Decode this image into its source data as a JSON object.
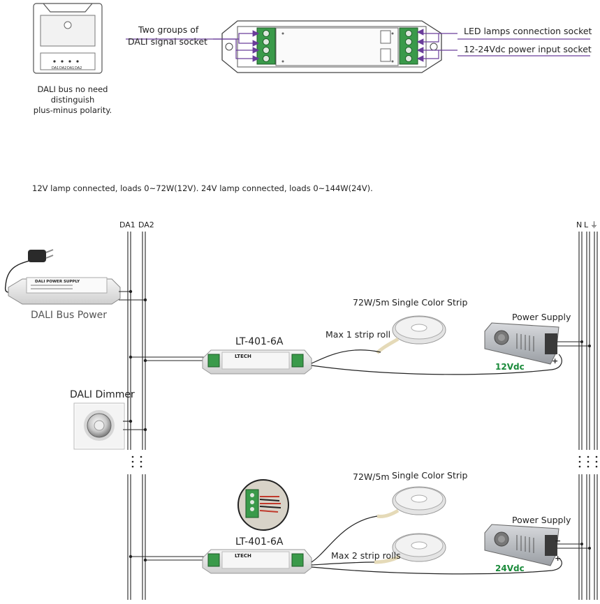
{
  "top": {
    "labels": {
      "dali_signal_line1": "Two groups of",
      "dali_signal_line2": "DALI signal socket",
      "led_socket": "LED lamps connection socket",
      "power_socket": "12-24Vdc power input socket"
    },
    "bus_note_lines": [
      "DALI bus no need",
      "distinguish",
      "plus-minus polarity."
    ],
    "terminal_tags": [
      "DA1",
      "DA2",
      "DA1",
      "DA2"
    ]
  },
  "load_note": "12V lamp connected, loads 0~72W(12V). 24V lamp connected, loads 0~144W(24V).",
  "bus": {
    "left_labels": [
      "DA1",
      "DA2"
    ],
    "right_labels": [
      "N",
      "L",
      "⏚"
    ]
  },
  "bus_power": {
    "label": "DALI Bus Power",
    "plate_text": "DALI POWER SUPPLY"
  },
  "dimmer": {
    "label": "DALI Dimmer"
  },
  "upper": {
    "controller": "LT-401-6A",
    "controller_brand": "LTECH",
    "strip_rating": "72W/5m",
    "strip_name": "Single Color Strip",
    "strip_note": "Max 1 strip roll",
    "psu_label": "Power Supply",
    "voltage": "12Vdc"
  },
  "lower": {
    "controller": "LT-401-6A",
    "controller_brand": "LTECH",
    "strip_rating": "72W/5m",
    "strip_name": "Single Color Strip",
    "strip_note": "Max 2 strip rolls",
    "psu_label": "Power Supply",
    "voltage": "24Vdc"
  },
  "colors": {
    "arrow": "#6a3d9a",
    "terminal_green": "#3a9a4a",
    "voltage_green": "#1a8a3a"
  }
}
